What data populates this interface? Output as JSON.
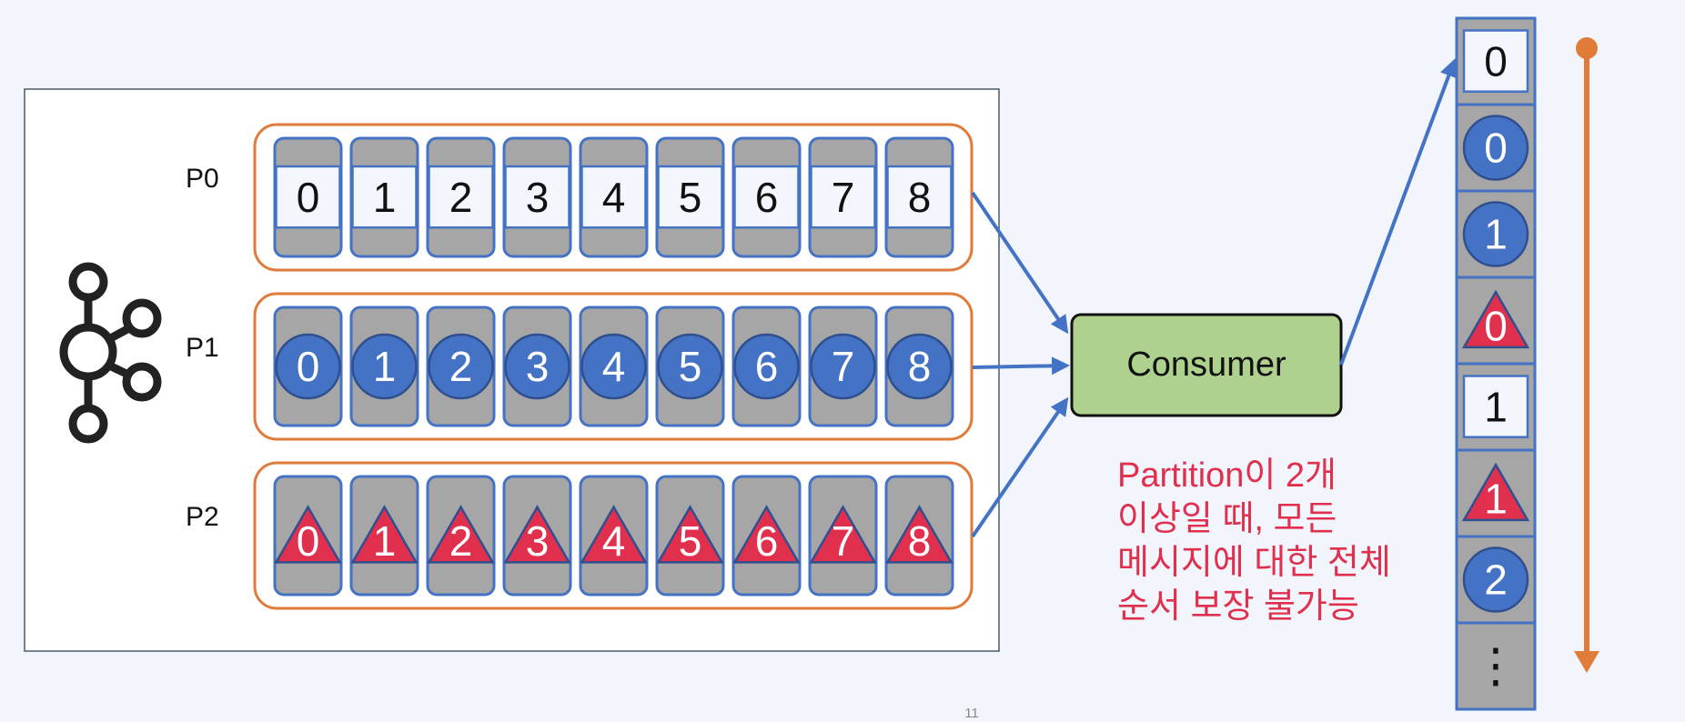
{
  "colors": {
    "background": "#f3f5fc",
    "panel_fill": "#ffffff",
    "panel_border": "#4a5a6a",
    "partition_border": "#e07b39",
    "cell_fill": "#a6a6a6",
    "cell_border": "#4472c4",
    "square_fill": "#f3f6fd",
    "circle_fill": "#4472c4",
    "triangle_fill": "#e0304e",
    "consumer_fill": "#aed18d",
    "arrow": "#4472c4",
    "time_arrow": "#e07b39",
    "note_text": "#e0304e"
  },
  "partitions": [
    {
      "label": "P0",
      "shape": "square",
      "offsets": [
        "0",
        "1",
        "2",
        "3",
        "4",
        "5",
        "6",
        "7",
        "8"
      ]
    },
    {
      "label": "P1",
      "shape": "circle",
      "offsets": [
        "0",
        "1",
        "2",
        "3",
        "4",
        "5",
        "6",
        "7",
        "8"
      ]
    },
    {
      "label": "P2",
      "shape": "triangle",
      "offsets": [
        "0",
        "1",
        "2",
        "3",
        "4",
        "5",
        "6",
        "7",
        "8"
      ]
    }
  ],
  "consumer": {
    "label": "Consumer"
  },
  "output": [
    {
      "shape": "square",
      "label": "0"
    },
    {
      "shape": "circle",
      "label": "0"
    },
    {
      "shape": "circle",
      "label": "1"
    },
    {
      "shape": "triangle",
      "label": "0"
    },
    {
      "shape": "square",
      "label": "1"
    },
    {
      "shape": "triangle",
      "label": "1"
    },
    {
      "shape": "circle",
      "label": "2"
    },
    {
      "shape": "ellipsis",
      "label": "⋮"
    }
  ],
  "note": {
    "lines": [
      "Partition이 2개",
      "이상일 때, 모든",
      "메시지에 대한 전체",
      "순서 보장 불가능"
    ]
  },
  "icons": {
    "logo": "kafka-logo-icon"
  },
  "page_number": "11"
}
